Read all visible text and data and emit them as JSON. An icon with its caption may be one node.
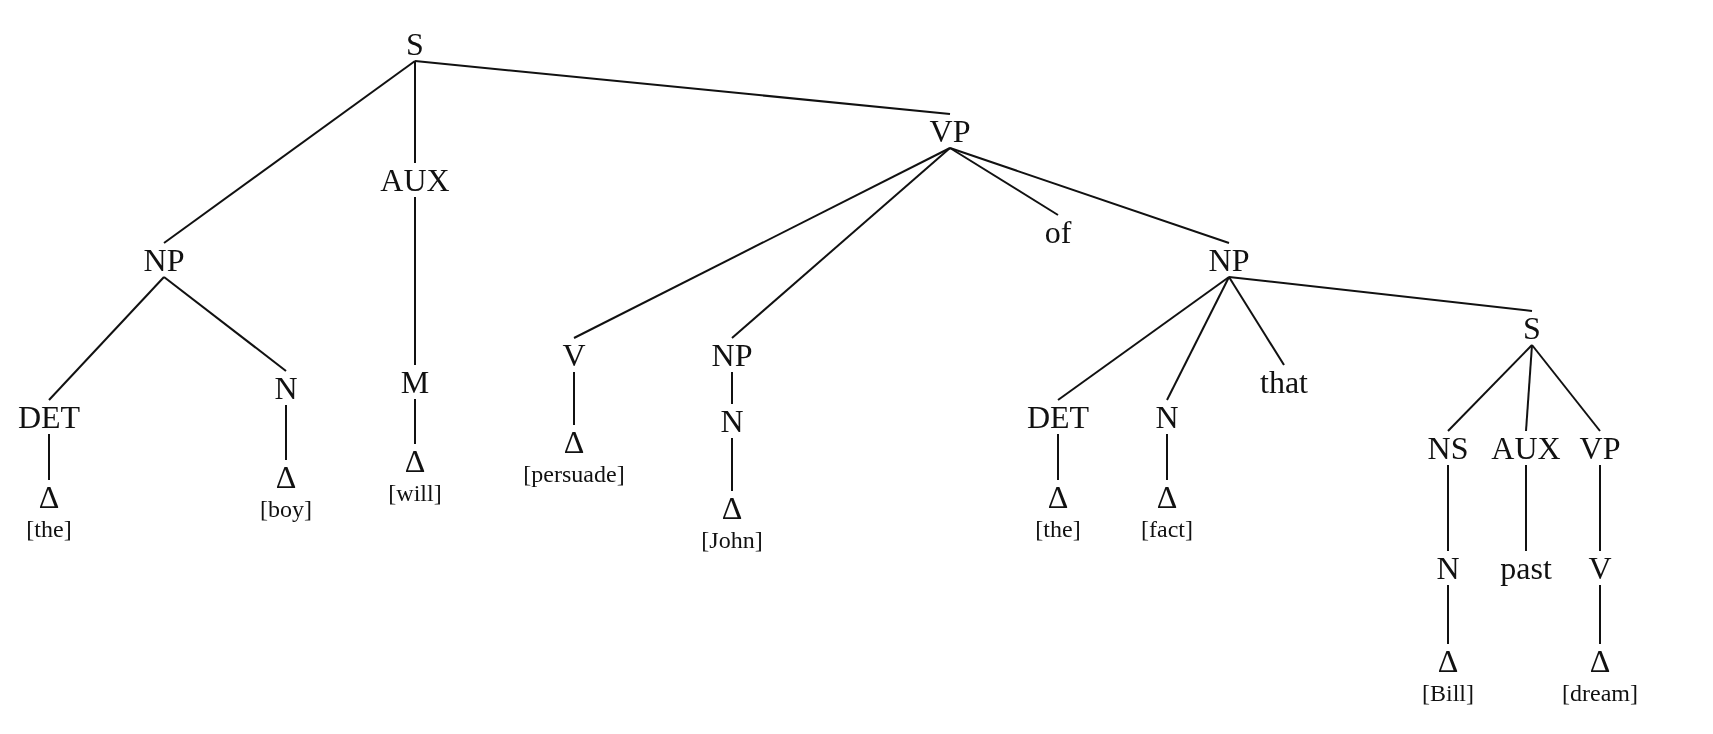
{
  "diagram": {
    "nodes": [
      {
        "text": [
          "S"
        ]
      },
      {
        "text": [
          "NP"
        ]
      },
      {
        "text": [
          "AUX"
        ]
      },
      {
        "text": [
          "VP"
        ]
      },
      {
        "text": [
          "DET"
        ]
      },
      {
        "text": [
          "N"
        ]
      },
      {
        "text": [
          "M"
        ]
      },
      {
        "text": [
          "Δ"
        ],
        "beside": [
          "[the]"
        ]
      },
      {
        "text": [
          "Δ"
        ],
        "beside": [
          "[boy]"
        ]
      },
      {
        "text": [
          "Δ"
        ],
        "beside": [
          "[will]"
        ]
      },
      {
        "text": [
          "V"
        ]
      },
      {
        "text": [
          "NP"
        ]
      },
      {
        "text": [
          "Δ"
        ],
        "beside": [
          "[persuade]"
        ]
      },
      {
        "text": [
          "N"
        ]
      },
      {
        "text": [
          "Δ"
        ],
        "beside": [
          "[John]"
        ]
      },
      {
        "text": [
          "of"
        ]
      },
      {
        "text": [
          "NP"
        ]
      },
      {
        "text": [
          "DET"
        ]
      },
      {
        "text": [
          "N"
        ]
      },
      {
        "text": [
          "that"
        ]
      },
      {
        "text": [
          "S"
        ]
      },
      {
        "text": [
          "Δ"
        ],
        "beside": [
          "[the]"
        ]
      },
      {
        "text": [
          "Δ"
        ],
        "beside": [
          "[fact]"
        ]
      },
      {
        "text": [
          "NS"
        ]
      },
      {
        "text": [
          "AUX"
        ]
      },
      {
        "text": [
          "VP"
        ]
      },
      {
        "text": [
          "N"
        ]
      },
      {
        "text": [
          "past"
        ]
      },
      {
        "text": [
          "V"
        ]
      },
      {
        "text": [
          "Δ"
        ],
        "beside": [
          "[Bill]"
        ]
      },
      {
        "text": [
          "Δ"
        ],
        "beside": [
          "[dream]"
        ]
      }
    ],
    "edges": [
      {
        "from": 0,
        "to": 1,
        "arrow": "none"
      },
      {
        "from": 0,
        "to": 2,
        "arrow": "none"
      },
      {
        "from": 0,
        "to": 3,
        "arrow": "none"
      },
      {
        "from": 1,
        "to": 4,
        "arrow": "none"
      },
      {
        "from": 1,
        "to": 5,
        "arrow": "none"
      },
      {
        "from": 2,
        "to": 6,
        "arrow": "none"
      },
      {
        "from": 4,
        "to": 7,
        "arrow": "none"
      },
      {
        "from": 5,
        "to": 8,
        "arrow": "none"
      },
      {
        "from": 6,
        "to": 9,
        "arrow": "none"
      },
      {
        "from": 3,
        "to": 10,
        "arrow": "none"
      },
      {
        "from": 3,
        "to": 11,
        "arrow": "none"
      },
      {
        "from": 3,
        "to": 15,
        "arrow": "none"
      },
      {
        "from": 3,
        "to": 16,
        "arrow": "none"
      },
      {
        "from": 10,
        "to": 12,
        "arrow": "none"
      },
      {
        "from": 11,
        "to": 13,
        "arrow": "none"
      },
      {
        "from": 13,
        "to": 14,
        "arrow": "none"
      },
      {
        "from": 16,
        "to": 17,
        "arrow": "none"
      },
      {
        "from": 16,
        "to": 18,
        "arrow": "none"
      },
      {
        "from": 16,
        "to": 19,
        "arrow": "none"
      },
      {
        "from": 16,
        "to": 20,
        "arrow": "none"
      },
      {
        "from": 17,
        "to": 21,
        "arrow": "none"
      },
      {
        "from": 18,
        "to": 22,
        "arrow": "none"
      },
      {
        "from": 20,
        "to": 23,
        "arrow": "none"
      },
      {
        "from": 20,
        "to": 24,
        "arrow": "none"
      },
      {
        "from": 20,
        "to": 25,
        "arrow": "none"
      },
      {
        "from": 23,
        "to": 26,
        "arrow": "none"
      },
      {
        "from": 24,
        "to": 27,
        "arrow": "none"
      },
      {
        "from": 25,
        "to": 28,
        "arrow": "none"
      },
      {
        "from": 26,
        "to": 29,
        "arrow": "none"
      },
      {
        "from": 28,
        "to": 30,
        "arrow": "none"
      }
    ]
  }
}
